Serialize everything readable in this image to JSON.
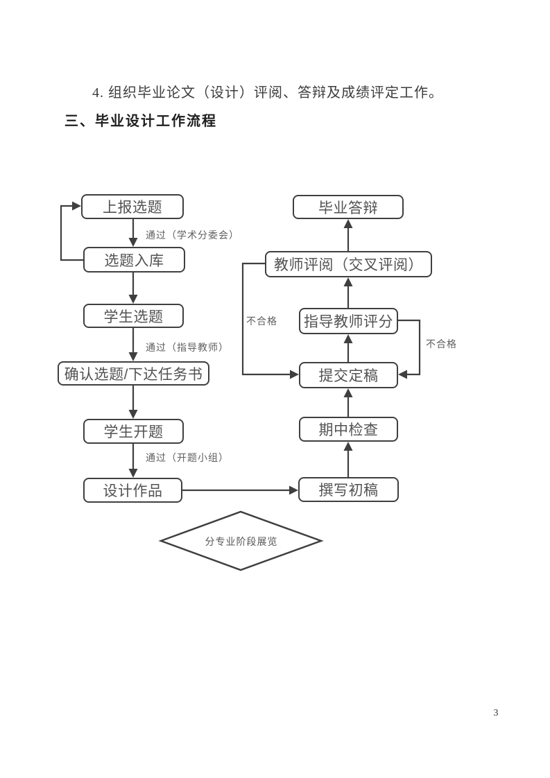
{
  "document": {
    "paragraph": "4. 组织毕业论文（设计）评阅、答辩及成绩评定工作。",
    "heading": "三、毕业设计工作流程",
    "page_number": "3"
  },
  "flowchart": {
    "colors": {
      "stroke": "#3f3f3f",
      "node_text": "#525252",
      "label_text": "#5f5f5f"
    },
    "nodes": [
      {
        "id": "report-topic",
        "label": "上报选题"
      },
      {
        "id": "topic-into-db",
        "label": "选题入库"
      },
      {
        "id": "student-select-topic",
        "label": "学生选题"
      },
      {
        "id": "confirm-topic-assign-task",
        "label": "确认选题/下达任务书"
      },
      {
        "id": "student-proposal",
        "label": "学生开题"
      },
      {
        "id": "design-work",
        "label": "设计作品"
      },
      {
        "id": "graduation-defense",
        "label": "毕业答辩"
      },
      {
        "id": "teacher-cross-review",
        "label": "教师评阅（交叉评阅）"
      },
      {
        "id": "advisor-scoring",
        "label": "指导教师评分"
      },
      {
        "id": "submit-final-draft",
        "label": "提交定稿"
      },
      {
        "id": "midterm-check",
        "label": "期中检查"
      },
      {
        "id": "write-first-draft",
        "label": "撰写初稿"
      }
    ],
    "diamond": {
      "id": "stage-exhibition",
      "label": "分专业阶段展览"
    },
    "edge_labels": [
      {
        "id": "pass-academic-subcommittee",
        "text": "通过（学术分委会）"
      },
      {
        "id": "pass-advisor",
        "text": "通过（指导教师）"
      },
      {
        "id": "pass-proposal-group",
        "text": "通过（开题小组）"
      },
      {
        "id": "fail-review-loop",
        "text": "不合格"
      },
      {
        "id": "fail-score-loop",
        "text": "不合格"
      }
    ]
  }
}
